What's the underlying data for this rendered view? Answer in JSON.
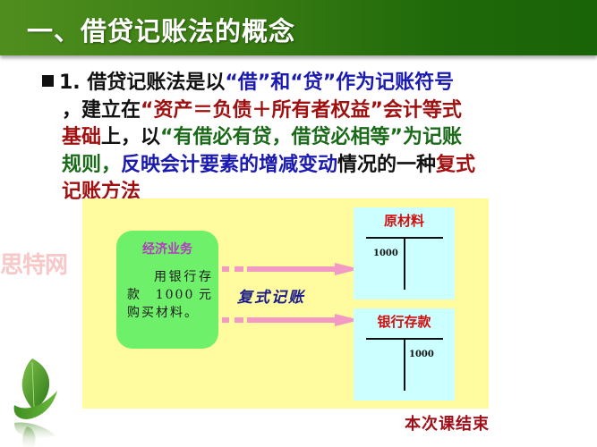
{
  "header": {
    "title": "一、借贷记账法的概念",
    "colors": {
      "gradient_start": "#4f8e1e",
      "gradient_end": "#1a6408",
      "text": "#ffffff"
    }
  },
  "definition": {
    "bullet_icon": "square-bullet-icon",
    "segments": {
      "l1_a": "1. 借贷记账法是以",
      "l1_b": "“借”和“贷”作为记账符号",
      "l2_a": "，建立在",
      "l2_b": "“资产＝负债＋所有者权益”会计等式",
      "l3_a": "基础",
      "l3_b": "上，以",
      "l3_c": "“有借必有贷，借贷必相等”为记账",
      "l4_a": "规则，",
      "l4_b": "反映会计要素的增减变动",
      "l4_c": "情况的一种",
      "l4_d": "复式",
      "l5_a": "记账方法"
    },
    "colors": {
      "blue": "#1a1ab0",
      "red": "#a01010",
      "green": "#1a6a1a",
      "black": "#111111"
    }
  },
  "diagram": {
    "business_box": {
      "title": "经济业务",
      "description": "用银行存款 1000元购买材料。"
    },
    "arrow_label": "复式记账",
    "accounts": [
      {
        "name": "原材料",
        "debit": "1000",
        "credit": ""
      },
      {
        "name": "银行存款",
        "debit": "",
        "credit": "1000"
      }
    ],
    "colors": {
      "background": "#fffb9e",
      "business_box": "#6ef06a",
      "account_box": "#ccffff",
      "arrow": "#f29ac4",
      "account_title": "#d01010",
      "business_title": "#b43ac0",
      "arrow_label": "#1a1a8c"
    }
  },
  "footer": {
    "end_label": "本次课结束"
  },
  "watermark": {
    "text": "思特网"
  },
  "decor": {
    "leaf_icon": "leaf-icon"
  }
}
